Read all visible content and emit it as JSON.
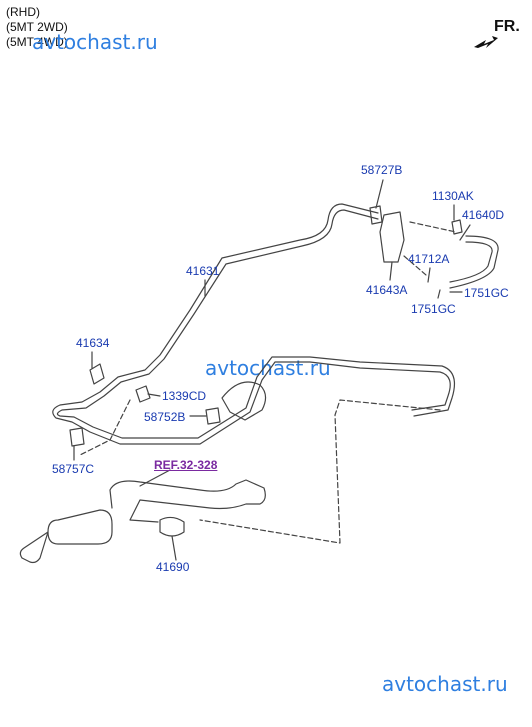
{
  "header": {
    "line1": "(RHD)",
    "line2": "(5MT 2WD)",
    "line3": "(5MT 4WD)"
  },
  "watermark": {
    "text": "avtochast.ru"
  },
  "direction": {
    "label": "FR."
  },
  "parts": {
    "p58727B": "58727B",
    "p1130AK": "1130AK",
    "p41640D": "41640D",
    "p41631": "41631",
    "p41712A": "41712A",
    "p41643A": "41643A",
    "p1751GC_a": "1751GC",
    "p1751GC_b": "1751GC",
    "p41634": "41634",
    "p1339CD": "1339CD",
    "p58752B": "58752B",
    "p58757C": "58757C",
    "p41690": "41690"
  },
  "reference": {
    "label": "REF.32-328"
  },
  "colors": {
    "label": "#1a3bb0",
    "reference": "#7a2aa0",
    "watermark": "#2f7fe0",
    "line": "#444444"
  }
}
